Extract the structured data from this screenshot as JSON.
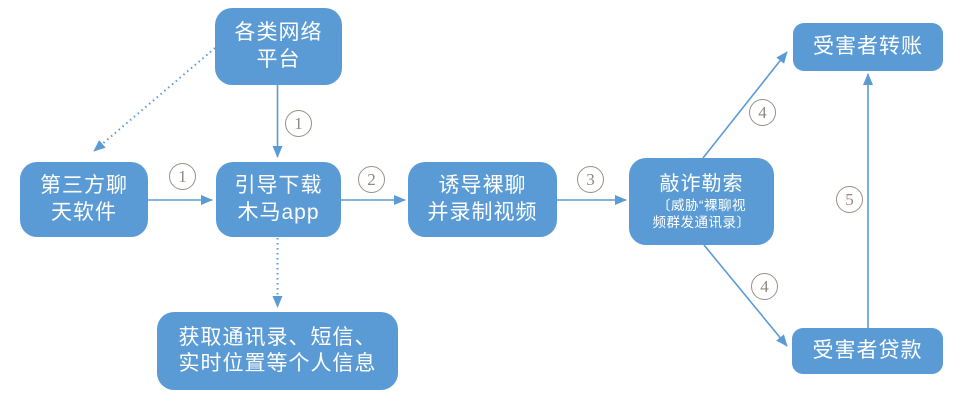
{
  "diagram": {
    "accent_color": "#5b9bd5",
    "edge_color": "#5b9bd5",
    "number_label_color": "#8f8882",
    "background_color": "#ffffff",
    "nodes": [
      {
        "id": "platforms",
        "label": "各类网络\n平台"
      },
      {
        "id": "third-party-chat",
        "label": "第三方聊\n天软件"
      },
      {
        "id": "trojan-app",
        "label": "引导下载\n木马app"
      },
      {
        "id": "nude-chat-record",
        "label": "诱导裸聊\n并录制视频"
      },
      {
        "id": "blackmail",
        "label": "敲诈勒索",
        "sublabel": "〔威胁“裸聊视\n频群发通讯录〕"
      },
      {
        "id": "victim-transfer",
        "label": "受害者转账"
      },
      {
        "id": "victim-loan",
        "label": "受害者贷款"
      },
      {
        "id": "personal-info",
        "label": "获取通讯录、短信、\n实时位置等个人信息"
      }
    ],
    "edges": [
      {
        "from": "platforms",
        "to": "third-party-chat",
        "style": "dotted",
        "label": ""
      },
      {
        "from": "platforms",
        "to": "trojan-app",
        "style": "solid",
        "label": "1"
      },
      {
        "from": "third-party-chat",
        "to": "trojan-app",
        "style": "solid",
        "label": "1"
      },
      {
        "from": "trojan-app",
        "to": "nude-chat-record",
        "style": "solid",
        "label": "2"
      },
      {
        "from": "nude-chat-record",
        "to": "blackmail",
        "style": "solid",
        "label": "3"
      },
      {
        "from": "blackmail",
        "to": "victim-transfer",
        "style": "solid",
        "label": "4"
      },
      {
        "from": "blackmail",
        "to": "victim-loan",
        "style": "solid",
        "label": "4"
      },
      {
        "from": "victim-loan",
        "to": "victim-transfer",
        "style": "solid",
        "label": "5"
      },
      {
        "from": "trojan-app",
        "to": "personal-info",
        "style": "dotted",
        "label": ""
      }
    ]
  }
}
